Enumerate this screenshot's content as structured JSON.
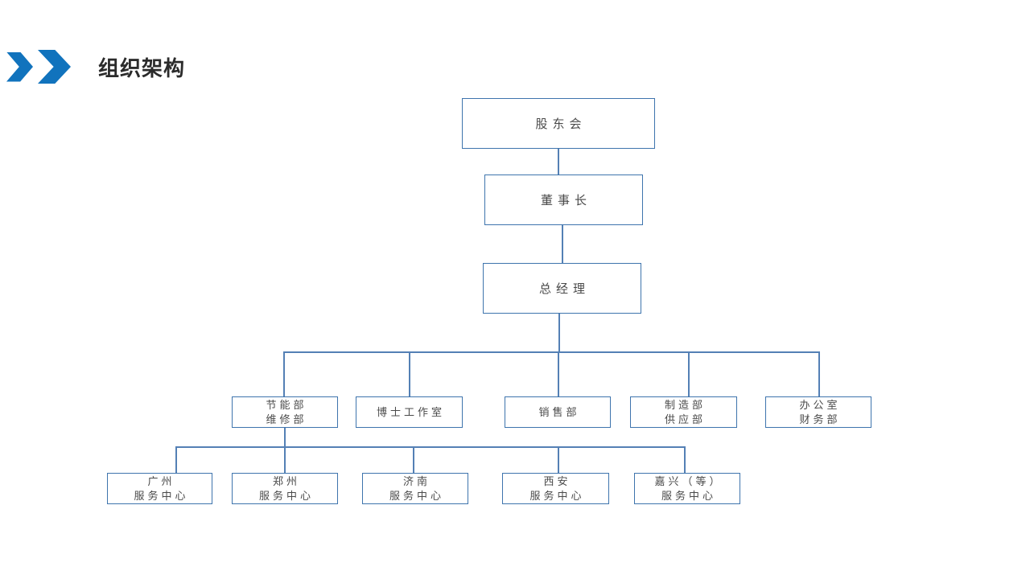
{
  "slide": {
    "title": "组织架构"
  },
  "colors": {
    "accent_blue": "#1173BD",
    "box_border": "#3E74AD",
    "connector": "#5480B5",
    "title_text": "#2B2B2B",
    "node_text": "#4A4A4A"
  },
  "org_chart": {
    "root": {
      "label": "股东会"
    },
    "chairman": {
      "label": "董事长"
    },
    "general_manager": {
      "label": "总经理"
    },
    "departments": [
      {
        "line1": "节能部",
        "line2": "维修部"
      },
      {
        "line1": "博士工作室",
        "line2": ""
      },
      {
        "line1": "销售部",
        "line2": ""
      },
      {
        "line1": "制造部",
        "line2": "供应部"
      },
      {
        "line1": "办公室",
        "line2": "财务部"
      }
    ],
    "service_centers": [
      {
        "line1": "广州",
        "line2": "服务中心"
      },
      {
        "line1": "郑州",
        "line2": "服务中心"
      },
      {
        "line1": "济南",
        "line2": "服务中心"
      },
      {
        "line1": "西安",
        "line2": "服务中心"
      },
      {
        "line1": "嘉兴（等）",
        "line2": "服务中心"
      }
    ]
  }
}
